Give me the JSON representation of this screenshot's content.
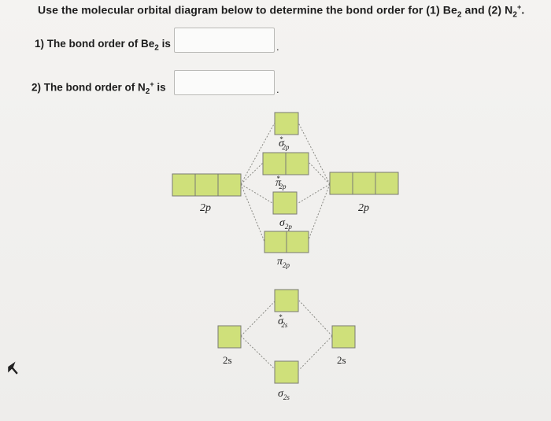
{
  "question": {
    "prefix": "Use the molecular orbital diagram below to determine the bond order for (1) Be",
    "sub1": "2",
    "middle": " and (2) N",
    "sub2": "2",
    "sup2": "+",
    "suffix": "."
  },
  "q1": {
    "prefix": "1) The bond order of Be",
    "sub": "2",
    "suffix": " is",
    "value": ""
  },
  "q2": {
    "prefix": "2) The bond order of N",
    "sub": "2",
    "sup": "+",
    "suffix": " is",
    "value": ""
  },
  "period": ".",
  "diagram": {
    "left_2p_label": "2p",
    "right_2p_label": "2p",
    "left_2s_label": "2s",
    "right_2s_label": "2s",
    "sigma": "σ",
    "pi": "π",
    "star": "*",
    "sub_2p": "2p",
    "sub_2s": "2s",
    "box_fill": "#cfe07a",
    "box_border": "#7a7a74"
  }
}
